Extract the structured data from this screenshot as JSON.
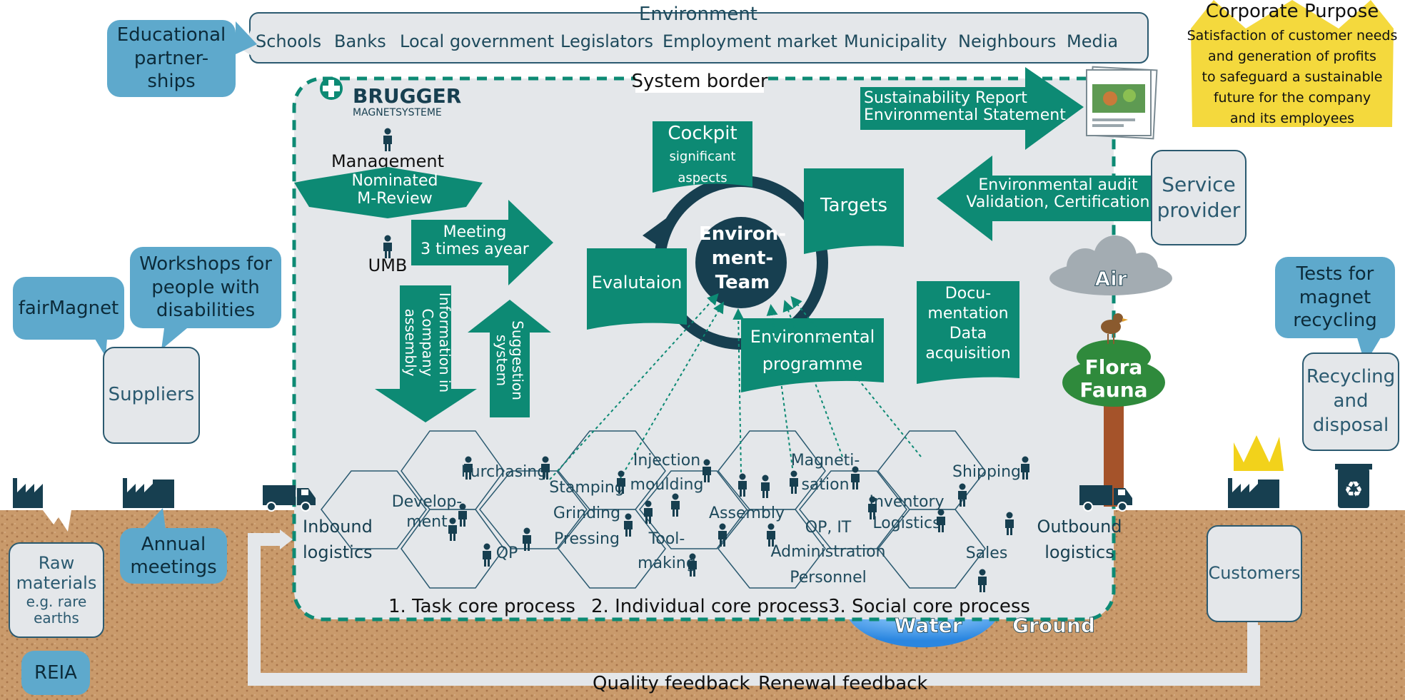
{
  "environment": {
    "title": "Environment",
    "items": [
      "Schools",
      "Banks",
      "Local government",
      "Legislators",
      "Employment market",
      "Municipality",
      "Neighbours",
      "Media"
    ]
  },
  "corporate_purpose": {
    "title": "Corporate Purpose",
    "lines": [
      "Satisfaction of customer needs",
      "and generation of profits",
      "to safeguard a sustainable",
      "future for the company",
      "and its employees"
    ]
  },
  "system_border": "System border",
  "logo": {
    "name": "BRUGGER",
    "sub": "MAGNETSYSTEME"
  },
  "bubbles": {
    "educational": [
      "Educational",
      "partner-",
      "ships"
    ],
    "fairmagnet": "fairMagnet",
    "workshops": [
      "Workshops for",
      "people with",
      "disabilities"
    ],
    "annual": [
      "Annual",
      "meetings"
    ],
    "reia": "REIA",
    "tests": [
      "Tests for",
      "magnet",
      "recycling"
    ]
  },
  "boxes": {
    "suppliers": "Suppliers",
    "raw": [
      "Raw",
      "materials",
      "e.g. rare",
      "earths"
    ],
    "service": [
      "Service",
      "provider"
    ],
    "recycling": [
      "Recycling",
      "and",
      "disposal"
    ],
    "customers": "Customers"
  },
  "management": {
    "label": "Management",
    "review": [
      "Nominated",
      "M-Review"
    ],
    "umb": "UMB",
    "meeting": [
      "Meeting",
      "3 times ayear"
    ],
    "information": [
      "Information in",
      "Company",
      "assembly"
    ],
    "suggestion": [
      "Suggestion",
      "system"
    ]
  },
  "cycle": {
    "cockpit": "Cockpit",
    "cockpit_sub": [
      "significant",
      "aspects"
    ],
    "targets": "Targets",
    "evaluation": "Evalutaion",
    "team": [
      "Environ-",
      "ment-",
      "Team"
    ],
    "programme": [
      "Environmental",
      "programme"
    ],
    "documentation": [
      "Docu-",
      "mentation",
      "Data",
      "acquisition"
    ]
  },
  "report": [
    "Sustainability Report",
    "Environmental Statement"
  ],
  "audit": [
    "Environmental audit",
    "Validation, Certification"
  ],
  "nature": {
    "air": "Air",
    "flora": "Flora",
    "fauna": "Fauna",
    "water": "Water",
    "ground": "Ground"
  },
  "hexes": {
    "purchasing": "Purchasing",
    "development": [
      "Develop-",
      "ment"
    ],
    "qp": "QP",
    "stamping": [
      "Stamping",
      "Grinding",
      "Pressing"
    ],
    "injection": [
      "Injection",
      "moulding"
    ],
    "toolmaking": [
      "Tool-",
      "making"
    ],
    "assembly": "Assembly",
    "magnetisation": [
      "Magneti-",
      "sation"
    ],
    "opit": [
      "OP, IT",
      "Administration",
      "Personnel"
    ],
    "inventory": [
      "Inventory",
      "Logistics"
    ],
    "shipping": "Shipping",
    "sales": "Sales"
  },
  "logistics": {
    "inbound": [
      "Inbound",
      "logistics"
    ],
    "outbound": [
      "Outbound",
      "logistics"
    ]
  },
  "core_processes": [
    "1. Task core process",
    "2. Individual core process",
    "3. Social core process"
  ],
  "feedback": {
    "quality": "Quality feedback",
    "renewal": "Renewal feedback"
  },
  "colors": {
    "teal": "#0d8a74",
    "navy": "#173f50",
    "soil": "#c99a6b",
    "bubble": "#5ea9cc",
    "panel": "#e4e7ea",
    "water": "#3a9be8",
    "crown": "#f2d21b"
  }
}
